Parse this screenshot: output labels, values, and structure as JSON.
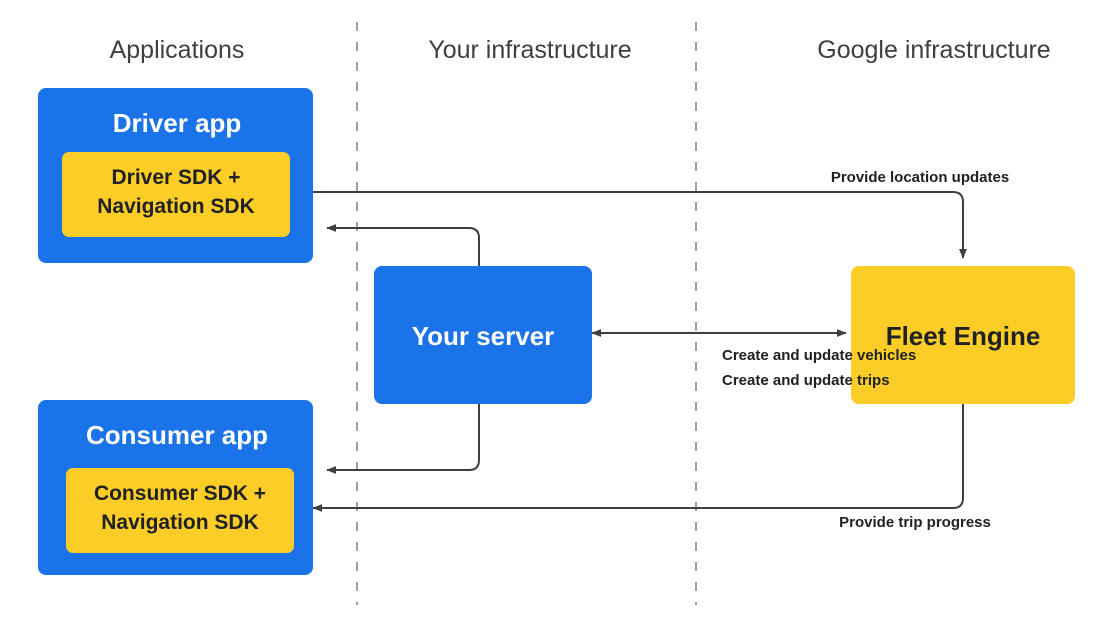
{
  "diagram": {
    "title": "Fleet Engine architecture overview",
    "background_color": "#ffffff",
    "colors": {
      "blue": "#1a73e8",
      "yellow": "#fccd26",
      "connector": "#3c4043",
      "divider": "#9aa0a6",
      "header_text": "#3c4043",
      "dark_text": "#202124",
      "light_text": "#ffffff"
    },
    "columns": [
      {
        "id": "applications",
        "label": "Applications"
      },
      {
        "id": "your-infrastructure",
        "label": "Your infrastructure"
      },
      {
        "id": "google-infrastructure",
        "label": "Google infrastructure"
      }
    ],
    "nodes": [
      {
        "id": "driver-app",
        "label": "Driver app",
        "column": "applications",
        "fill": "#1a73e8",
        "text_color": "#ffffff",
        "inner": {
          "id": "driver-sdk",
          "line1": "Driver SDK +",
          "line2": "Navigation SDK",
          "fill": "#fccd26",
          "text_color": "#202124"
        }
      },
      {
        "id": "consumer-app",
        "label": "Consumer app",
        "column": "applications",
        "fill": "#1a73e8",
        "text_color": "#ffffff",
        "inner": {
          "id": "consumer-sdk",
          "line1": "Consumer SDK +",
          "line2": "Navigation SDK",
          "fill": "#fccd26",
          "text_color": "#202124"
        }
      },
      {
        "id": "your-server",
        "label": "Your server",
        "column": "your-infrastructure",
        "fill": "#1a73e8",
        "text_color": "#ffffff"
      },
      {
        "id": "fleet-engine",
        "label": "Fleet Engine",
        "column": "google-infrastructure",
        "fill": "#fccd26",
        "text_color": "#202124"
      }
    ],
    "edges": [
      {
        "id": "driver-to-fleet-engine",
        "from": "driver-sdk",
        "to": "fleet-engine",
        "label": "Provide location updates",
        "direction": "one-way"
      },
      {
        "id": "server-to-driver-app",
        "from": "your-server",
        "to": "driver-app",
        "label": "",
        "direction": "one-way"
      },
      {
        "id": "server-fleet-engine",
        "from": "your-server",
        "to": "fleet-engine",
        "label_line1": "Create and update vehicles",
        "label_line2": "Create and update trips",
        "direction": "two-way"
      },
      {
        "id": "server-to-consumer-app",
        "from": "your-server",
        "to": "consumer-app",
        "label": "",
        "direction": "one-way"
      },
      {
        "id": "fleet-engine-to-consumer-app",
        "from": "fleet-engine",
        "to": "consumer-sdk",
        "label": "Provide trip progress",
        "direction": "one-way"
      }
    ]
  }
}
